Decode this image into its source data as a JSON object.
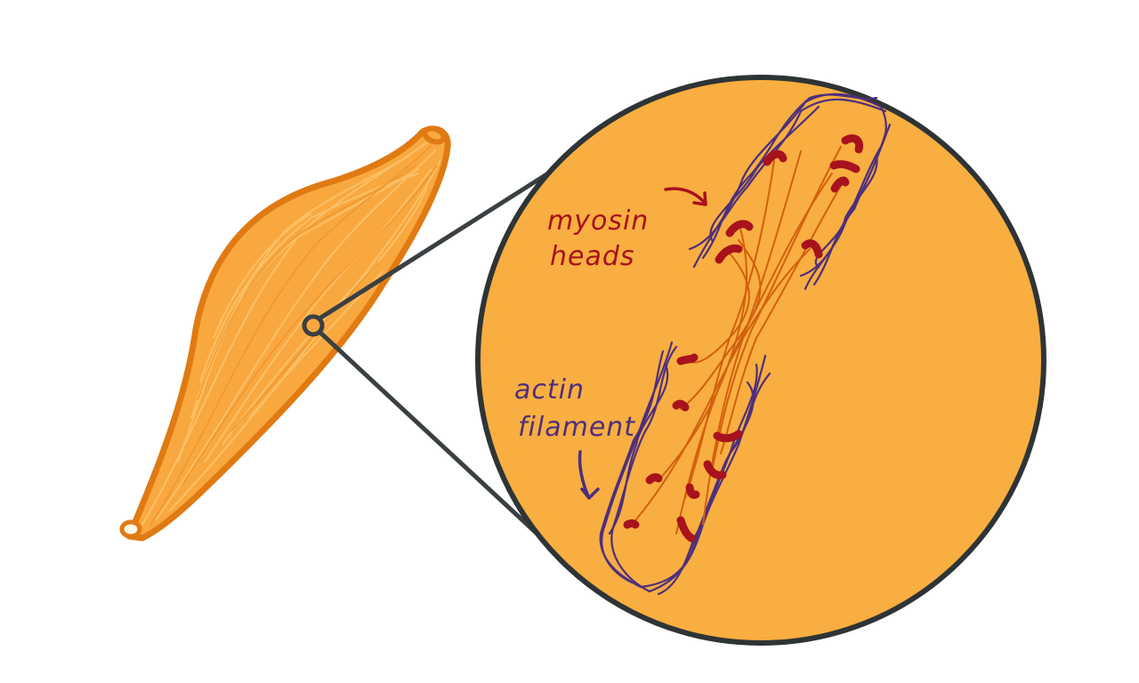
{
  "labels": {
    "myosin_line1": "myosin",
    "myosin_line2": "heads",
    "actin_line1": "actin",
    "actin_line2": "filament"
  },
  "colors": {
    "background": "#ffffff",
    "muscle_fill": "#f9a83f",
    "muscle_outline": "#e07a12",
    "muscle_fiber": "#fcc56e",
    "circle_fill": "#f8ae40",
    "circle_stroke": "#2e3436",
    "zoom_lines": "#3a3f42",
    "myosin_filament": "#d2600e",
    "myosin_head": "#a8121c",
    "actin": "#4e2f7c",
    "myosin_label": "#a8121c",
    "actin_label": "#4e2f7c"
  },
  "icons": [
    "myosin-arrow-icon",
    "actin-arrow-icon"
  ]
}
